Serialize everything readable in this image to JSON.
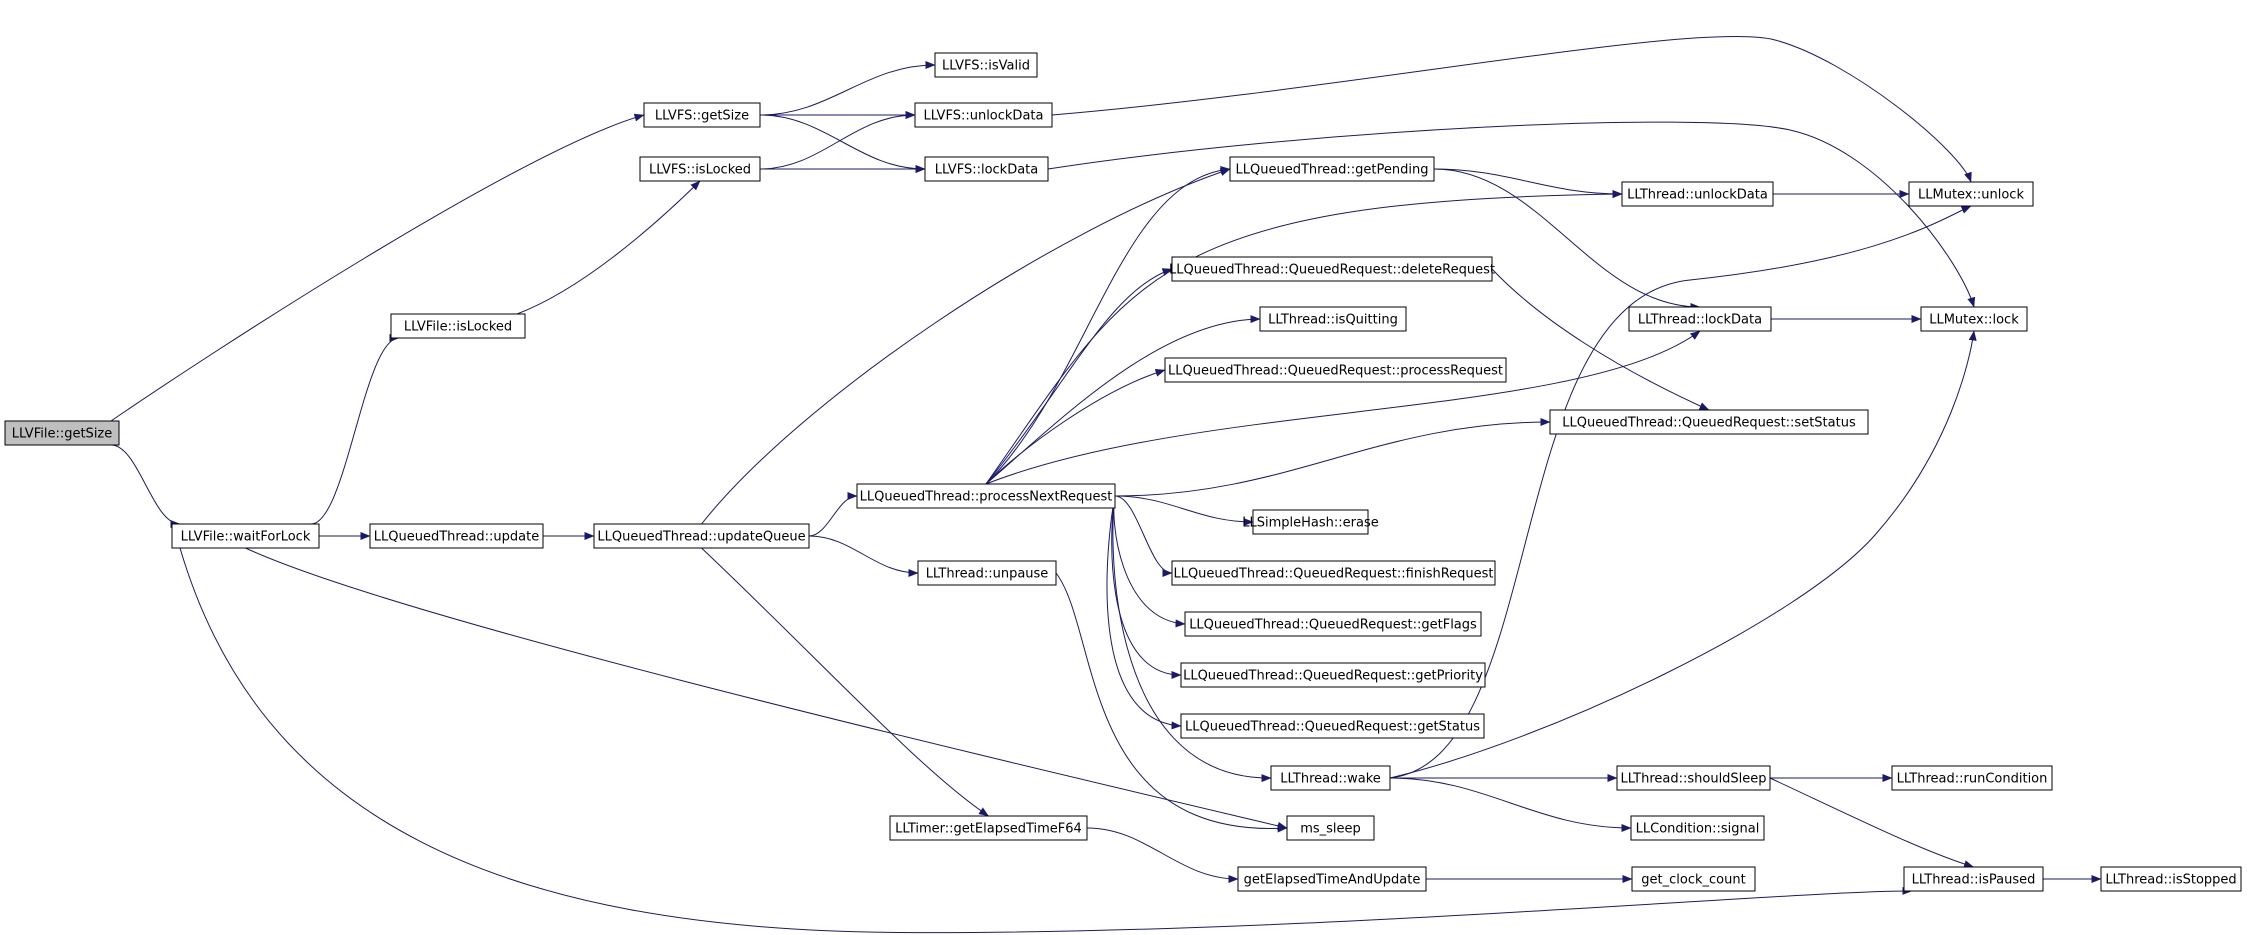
{
  "colors": {
    "edge": "#191970",
    "node_border": "#000000",
    "node_fill": "#ffffff",
    "root_fill": "#bfbfbf"
  },
  "nodes": {
    "n0": {
      "label": "LLVFile::getSize",
      "root": true
    },
    "n1": {
      "label": "LLVFS::getSize"
    },
    "n2": {
      "label": "LLVFS::isValid"
    },
    "n3": {
      "label": "LLVFS::unlockData"
    },
    "n4": {
      "label": "LLVFS::lockData"
    },
    "n5": {
      "label": "LLVFS::isLocked"
    },
    "n6": {
      "label": "LLVFile::isLocked"
    },
    "n7": {
      "label": "LLVFile::waitForLock"
    },
    "n8": {
      "label": "LLQueuedThread::update"
    },
    "n9": {
      "label": "LLQueuedThread::updateQueue"
    },
    "n10": {
      "label": "LLQueuedThread::processNextRequest"
    },
    "n11": {
      "label": "LLThread::unpause"
    },
    "n12": {
      "label": "LLTimer::getElapsedTimeF64"
    },
    "n13": {
      "label": "getElapsedTimeAndUpdate"
    },
    "n14": {
      "label": "get_clock_count"
    },
    "n15": {
      "label": "LLQueuedThread::getPending"
    },
    "n16": {
      "label": "LLThread::unlockData"
    },
    "n17": {
      "label": "LLMutex::unlock"
    },
    "n18": {
      "label": "LLQueuedThread::QueuedRequest::deleteRequest"
    },
    "n19": {
      "label": "LLThread::isQuitting"
    },
    "n20": {
      "label": "LLThread::lockData"
    },
    "n21": {
      "label": "LLMutex::lock"
    },
    "n22": {
      "label": "LLQueuedThread::QueuedRequest::processRequest"
    },
    "n23": {
      "label": "LLQueuedThread::QueuedRequest::setStatus"
    },
    "n24": {
      "label": "LLSimpleHash::erase"
    },
    "n25": {
      "label": "LLQueuedThread::QueuedRequest::finishRequest"
    },
    "n26": {
      "label": "LLQueuedThread::QueuedRequest::getFlags"
    },
    "n27": {
      "label": "LLQueuedThread::QueuedRequest::getPriority"
    },
    "n28": {
      "label": "LLQueuedThread::QueuedRequest::getStatus"
    },
    "n29": {
      "label": "LLThread::wake"
    },
    "n30": {
      "label": "LLThread::shouldSleep"
    },
    "n31": {
      "label": "LLThread::runCondition"
    },
    "n32": {
      "label": "LLCondition::signal"
    },
    "n33": {
      "label": "ms_sleep"
    },
    "n34": {
      "label": "LLThread::isPaused"
    },
    "n35": {
      "label": "LLThread::isStopped"
    }
  },
  "edges": [
    [
      "n0",
      "n1"
    ],
    [
      "n0",
      "n7"
    ],
    [
      "n1",
      "n2"
    ],
    [
      "n1",
      "n3"
    ],
    [
      "n1",
      "n4"
    ],
    [
      "n5",
      "n3"
    ],
    [
      "n5",
      "n4"
    ],
    [
      "n3",
      "n17"
    ],
    [
      "n4",
      "n21"
    ],
    [
      "n6",
      "n5"
    ],
    [
      "n7",
      "n6"
    ],
    [
      "n7",
      "n8"
    ],
    [
      "n7",
      "n33"
    ],
    [
      "n7",
      "n34"
    ],
    [
      "n8",
      "n9"
    ],
    [
      "n9",
      "n10"
    ],
    [
      "n9",
      "n15"
    ],
    [
      "n9",
      "n11"
    ],
    [
      "n9",
      "n12"
    ],
    [
      "n10",
      "n15"
    ],
    [
      "n10",
      "n16"
    ],
    [
      "n10",
      "n18"
    ],
    [
      "n10",
      "n19"
    ],
    [
      "n10",
      "n20"
    ],
    [
      "n10",
      "n22"
    ],
    [
      "n10",
      "n23"
    ],
    [
      "n10",
      "n24"
    ],
    [
      "n10",
      "n25"
    ],
    [
      "n10",
      "n26"
    ],
    [
      "n10",
      "n27"
    ],
    [
      "n10",
      "n28"
    ],
    [
      "n10",
      "n29"
    ],
    [
      "n11",
      "n33"
    ],
    [
      "n12",
      "n13"
    ],
    [
      "n13",
      "n14"
    ],
    [
      "n15",
      "n16"
    ],
    [
      "n15",
      "n20"
    ],
    [
      "n16",
      "n17"
    ],
    [
      "n20",
      "n21"
    ],
    [
      "n18",
      "n23"
    ],
    [
      "n29",
      "n17"
    ],
    [
      "n29",
      "n21"
    ],
    [
      "n29",
      "n30"
    ],
    [
      "n29",
      "n32"
    ],
    [
      "n30",
      "n31"
    ],
    [
      "n30",
      "n34"
    ],
    [
      "n34",
      "n35"
    ]
  ]
}
